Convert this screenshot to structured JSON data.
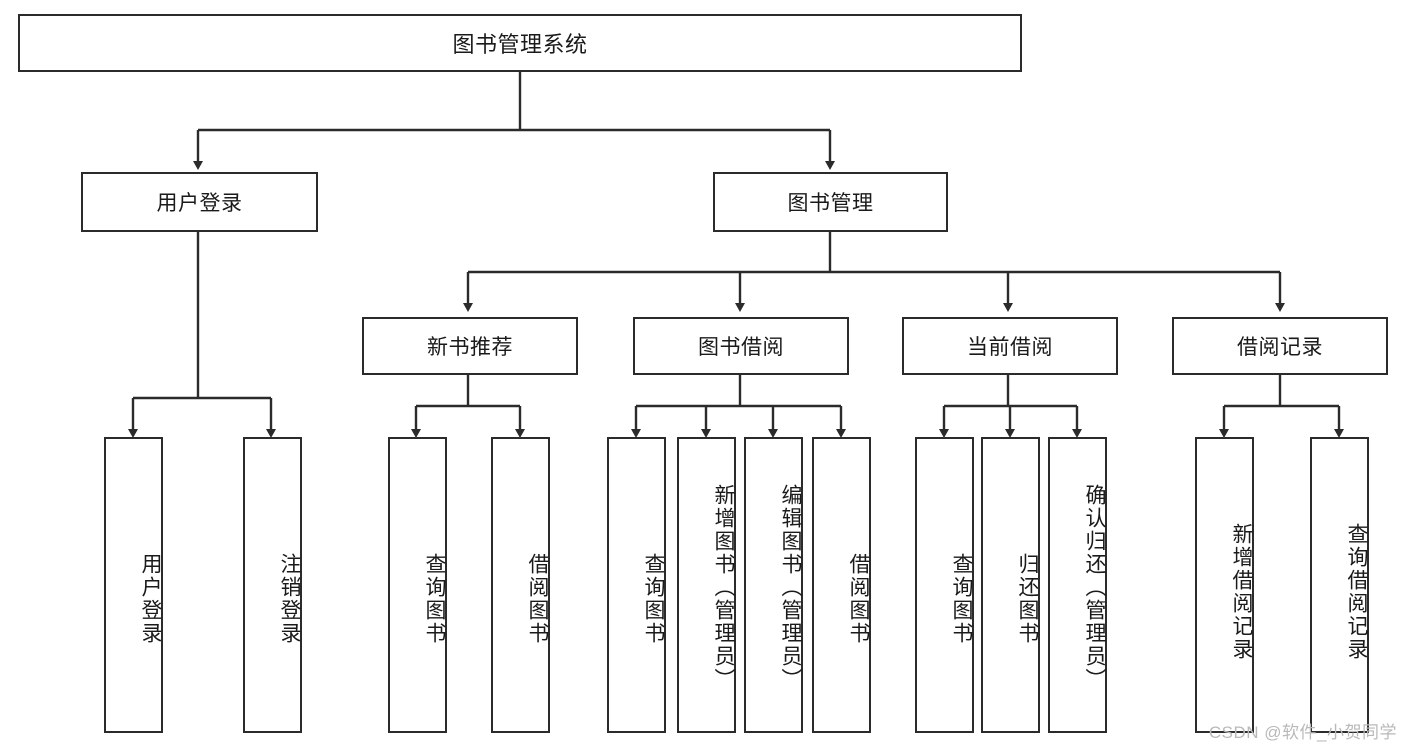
{
  "diagram": {
    "title": "图书管理系统",
    "watermark": "CSDN @软件_小贺同学",
    "line_color": "#2b2b2b",
    "box_border_color": "#2b2b2b",
    "background": "#ffffff",
    "levels": {
      "root": {
        "label": "图书管理系统"
      },
      "level2": [
        {
          "label": "用户登录"
        },
        {
          "label": "图书管理"
        }
      ],
      "level3": [
        {
          "label": "新书推荐"
        },
        {
          "label": "图书借阅"
        },
        {
          "label": "当前借阅"
        },
        {
          "label": "借阅记录"
        }
      ],
      "leaves": [
        {
          "label": "用户登录",
          "parent": "用户登录"
        },
        {
          "label": "注销登录",
          "parent": "用户登录"
        },
        {
          "label": "查询图书",
          "parent": "新书推荐"
        },
        {
          "label": "借阅图书",
          "parent": "新书推荐"
        },
        {
          "label": "查询图书",
          "parent": "图书借阅"
        },
        {
          "label": "新增图书（管理员）",
          "parent": "图书借阅"
        },
        {
          "label": "编辑图书（管理员）",
          "parent": "图书借阅"
        },
        {
          "label": "借阅图书",
          "parent": "图书借阅"
        },
        {
          "label": "查询图书",
          "parent": "当前借阅"
        },
        {
          "label": "归还图书",
          "parent": "当前借阅"
        },
        {
          "label": "确认归还（管理员）",
          "parent": "当前借阅"
        },
        {
          "label": "新增借阅记录",
          "parent": "借阅记录"
        },
        {
          "label": "查询借阅记录",
          "parent": "借阅记录"
        }
      ]
    }
  }
}
